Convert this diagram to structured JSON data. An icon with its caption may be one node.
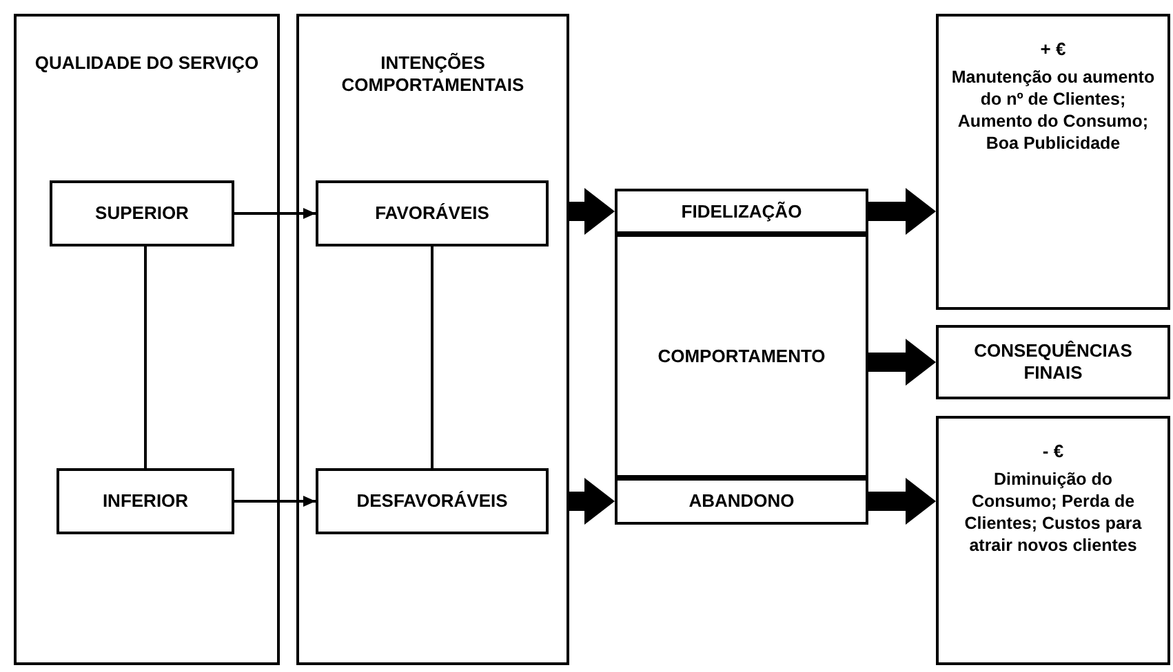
{
  "diagram": {
    "nodes": [
      {
        "text": [
          "QUALIDADE DO SERVIÇO"
        ]
      },
      {
        "text": [
          "SUPERIOR"
        ],
        "in": 0
      },
      {
        "text": [
          "INFERIOR"
        ],
        "in": 0
      },
      {
        "text": [
          "INTENÇÕES COMPORTAMENTAIS"
        ]
      },
      {
        "text": [
          "FAVORÁVEIS"
        ],
        "in": 3
      },
      {
        "text": [
          "DESFAVORÁVEIS"
        ],
        "in": 3
      },
      {
        "text": [
          "FIDELIZAÇÃO"
        ]
      },
      {
        "text": [
          "COMPORTAMENTO"
        ]
      },
      {
        "text": [
          "ABANDONO"
        ]
      },
      {
        "text": [
          "+ €",
          "Manutenção ou aumento do nº de Clientes; Aumento do Consumo; Boa Publicidade"
        ]
      },
      {
        "text": [
          "CONSEQUÊNCIAS FINAIS"
        ]
      },
      {
        "text": [
          "- €",
          "Diminuição do Consumo; Perda de Clientes; Custos para atrair novos clientes"
        ]
      }
    ],
    "edges": [
      {
        "from": 1,
        "to": 4,
        "arrow": "to"
      },
      {
        "from": 2,
        "to": 5,
        "arrow": "to"
      },
      {
        "from": 1,
        "to": 2,
        "arrow": "none"
      },
      {
        "from": 4,
        "to": 5,
        "arrow": "none"
      },
      {
        "from": 3,
        "to": 6,
        "arrow": "to",
        "style": "thick"
      },
      {
        "from": 3,
        "to": 8,
        "arrow": "to",
        "style": "thick"
      },
      {
        "from": 6,
        "to": 9,
        "arrow": "to",
        "style": "thick"
      },
      {
        "from": 7,
        "to": 10,
        "arrow": "to",
        "style": "thick"
      },
      {
        "from": 8,
        "to": 11,
        "arrow": "to",
        "style": "thick"
      }
    ]
  }
}
